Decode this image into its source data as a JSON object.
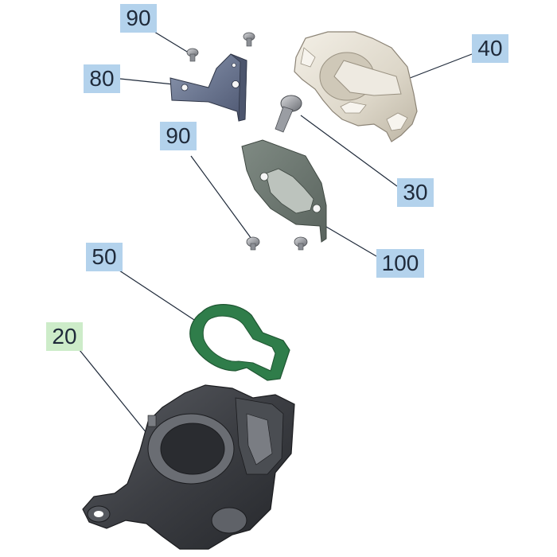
{
  "callouts": {
    "screw_top": "90",
    "bracket": "80",
    "cover": "40",
    "screw_lower": "90",
    "bolt": "30",
    "gasket": "50",
    "plate": "100",
    "housing": "20"
  },
  "colors": {
    "callout_blue": "#b3d2ec",
    "callout_green": "#cdecc9",
    "gasket_green": "#2f7d4a",
    "bracket_blue": "#6e7a93",
    "housing_dark": "#3c3e43",
    "cover_beige": "#e6e1d6"
  }
}
